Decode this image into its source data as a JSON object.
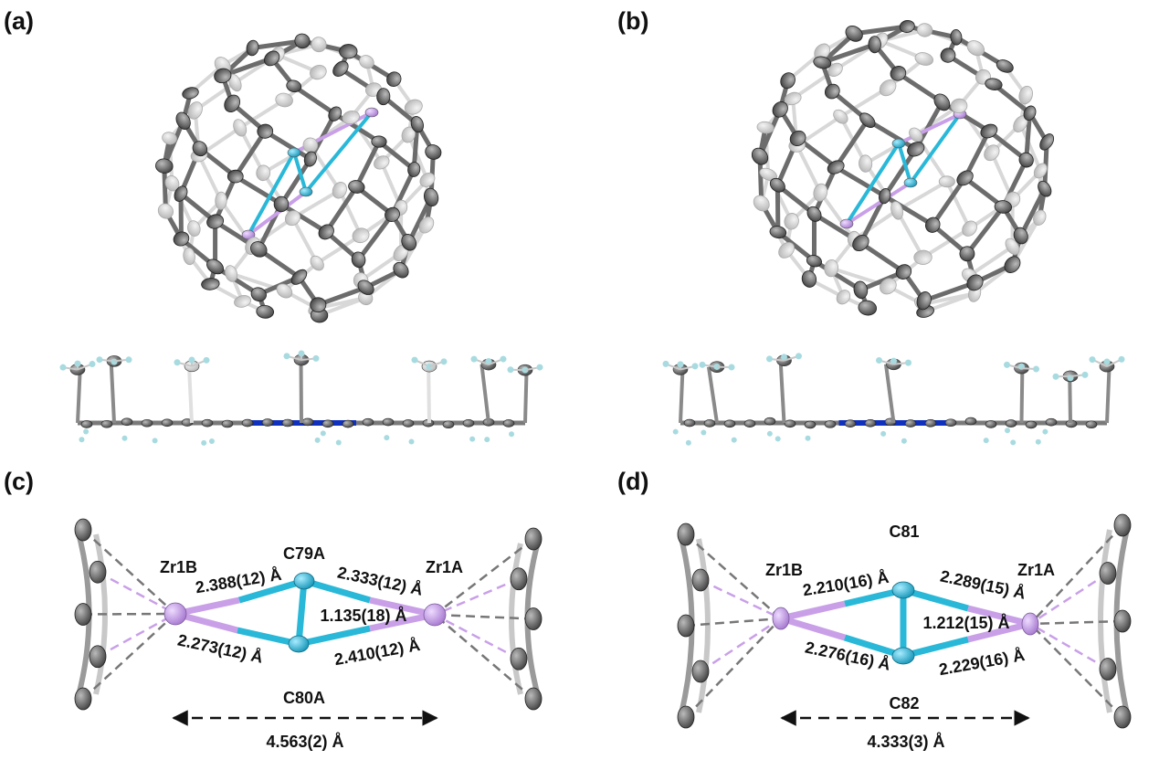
{
  "panels": {
    "a": {
      "label": "(a)"
    },
    "b": {
      "label": "(b)"
    },
    "c": {
      "label": "(c)",
      "atoms": {
        "top": "C79A",
        "bottom": "C80A",
        "left": "Zr1B",
        "right": "Zr1A"
      },
      "bonds": {
        "left_top": "2.388(12) Å",
        "right_top": "2.333(12) Å",
        "c_c": "1.135(18) Å",
        "left_bottom": "2.273(12) Å",
        "right_bottom": "2.410(12) Å"
      },
      "zr_zr_distance": "4.563(2) Å"
    },
    "d": {
      "label": "(d)",
      "atoms": {
        "top": "C81",
        "bottom": "C82",
        "left": "Zr1B",
        "right": "Zr1A"
      },
      "bonds": {
        "left_top": "2.210(16) Å",
        "right_top": "2.289(15) Å",
        "c_c": "1.212(15) Å",
        "left_bottom": "2.276(16) Å",
        "right_bottom": "2.229(16) Å"
      },
      "zr_zr_distance": "4.333(3) Å"
    }
  },
  "colors": {
    "carbon": "#6a6a6a",
    "carbon_light": "#d0d0d0",
    "zr": "#c9a0e8",
    "c2": "#29b8d8",
    "hydrogen": "#a8dbe0",
    "nitrogen": "#1030c0"
  }
}
